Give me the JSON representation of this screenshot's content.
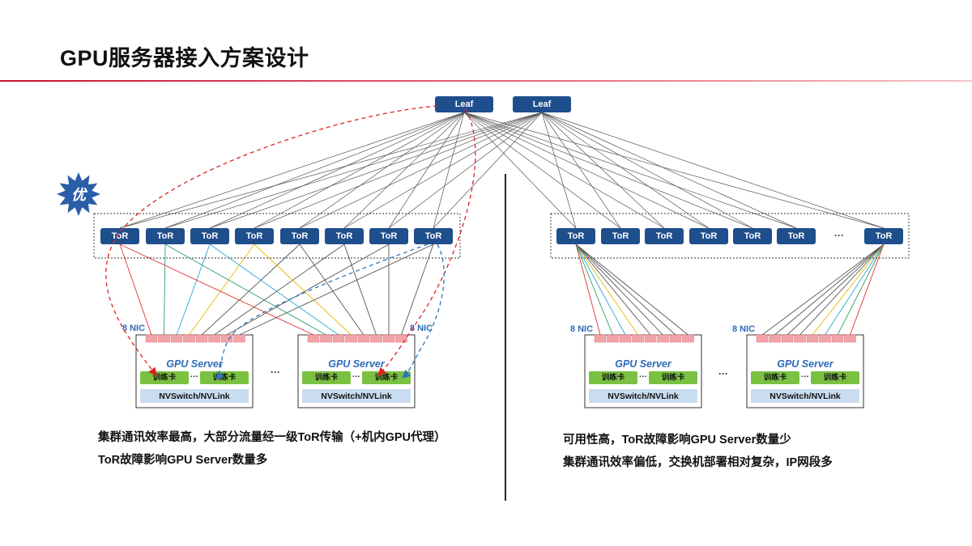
{
  "title": "GPU服务器接入方案设计",
  "leaf_label": "Leaf",
  "tor_label": "ToR",
  "ellipsis": "···",
  "badge_text": "优",
  "nic_label": "8 NIC",
  "server_title": "GPU Server",
  "card_label": "训练卡",
  "nvlink_label": "NVSwitch/NVLink",
  "left": {
    "caption_1": "集群通讯效率最高，大部分流量经一级ToR传输（+机内GPU代理）",
    "caption_2": "ToR故障影响GPU Server数量多"
  },
  "right": {
    "caption_1": "可用性高，ToR故障影响GPU Server数量少",
    "caption_2": "集群通讯效率偏低，交换机部署相对复杂，IP网段多"
  },
  "colors": {
    "switch_fill": "#1f4e8c",
    "nic_fill": "#f2a3a8",
    "card_fill": "#7ac142",
    "nvlink_fill": "#c9dcf0",
    "server_title": "#2e6bb7",
    "nic_label": "#2e6bb7",
    "red_path": "#e02020",
    "blue_path": "#2e75b6",
    "title_rule": "#c8102e"
  }
}
